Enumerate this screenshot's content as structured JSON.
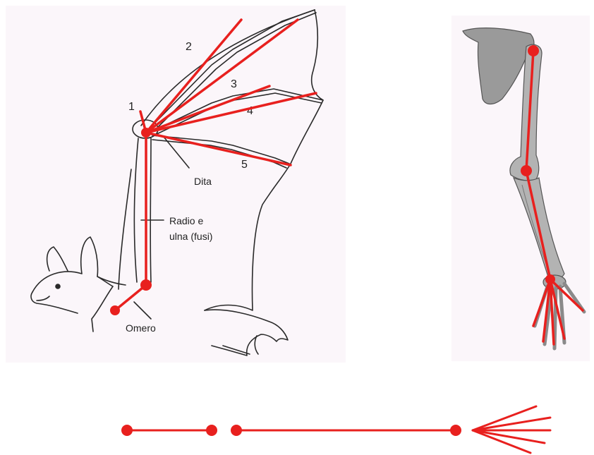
{
  "bat_diagram": {
    "labels": {
      "digit_1": "1",
      "digit_2": "2",
      "digit_3": "3",
      "digit_4": "4",
      "digit_5": "5",
      "dita": "Dita",
      "radio_line1": "Radio e",
      "radio_line2": "ulna (fusi)",
      "omero": "Omero"
    }
  },
  "colors": {
    "overlay_red": "#e8201e",
    "bone_line": "#2a2a2a",
    "arm_bone": "#a9a9a9",
    "panel_bg": "#fbf6fa"
  }
}
